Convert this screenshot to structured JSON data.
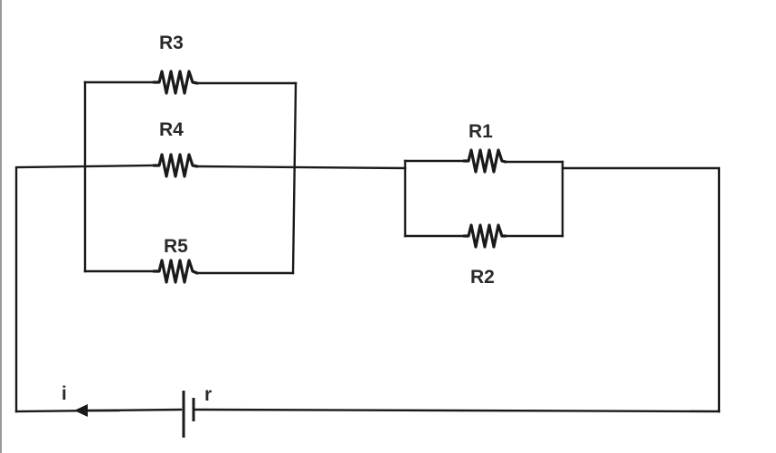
{
  "resistors": [
    {
      "id": "r3",
      "label": "R3"
    },
    {
      "id": "r4",
      "label": "R4"
    },
    {
      "id": "r5",
      "label": "R5"
    },
    {
      "id": "r1",
      "label": "R1"
    },
    {
      "id": "r2",
      "label": "R2"
    }
  ],
  "battery": {
    "label": "r"
  },
  "current": {
    "label": "i"
  },
  "colors": {
    "wire": "#1a1a1a",
    "label": "#2a2a2a",
    "background": "#ffffff"
  }
}
